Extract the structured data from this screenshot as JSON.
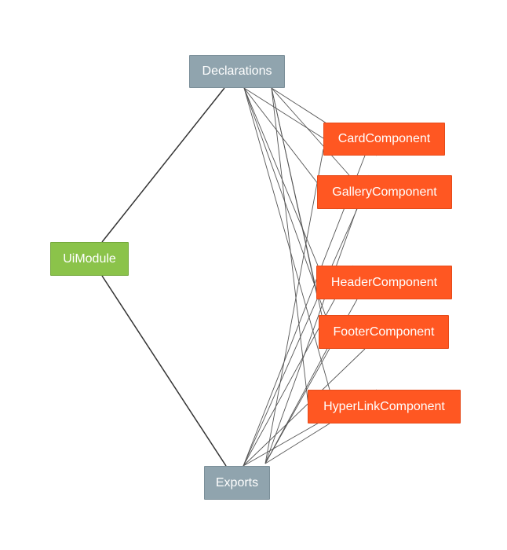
{
  "nodes": {
    "declarations": {
      "label": "Declarations",
      "color": "#90a4ae"
    },
    "exports": {
      "label": "Exports",
      "color": "#90a4ae"
    },
    "ui_module": {
      "label": "UiModule",
      "color": "#8bc34a"
    },
    "card": {
      "label": "CardComponent",
      "color": "#ff5722"
    },
    "gallery": {
      "label": "GalleryComponent",
      "color": "#ff5722"
    },
    "header": {
      "label": "HeaderComponent",
      "color": "#ff5722"
    },
    "footer": {
      "label": "FooterComponent",
      "color": "#ff5722"
    },
    "hyperlink": {
      "label": "HyperLinkComponent",
      "color": "#ff5722"
    }
  },
  "edges": [
    {
      "from": "ui_module",
      "to": "declarations"
    },
    {
      "from": "ui_module",
      "to": "exports"
    },
    {
      "from": "declarations",
      "to": "card"
    },
    {
      "from": "declarations",
      "to": "gallery"
    },
    {
      "from": "declarations",
      "to": "header"
    },
    {
      "from": "declarations",
      "to": "footer"
    },
    {
      "from": "declarations",
      "to": "hyperlink"
    },
    {
      "from": "exports",
      "to": "card"
    },
    {
      "from": "exports",
      "to": "gallery"
    },
    {
      "from": "exports",
      "to": "header"
    },
    {
      "from": "exports",
      "to": "footer"
    },
    {
      "from": "exports",
      "to": "hyperlink"
    }
  ]
}
